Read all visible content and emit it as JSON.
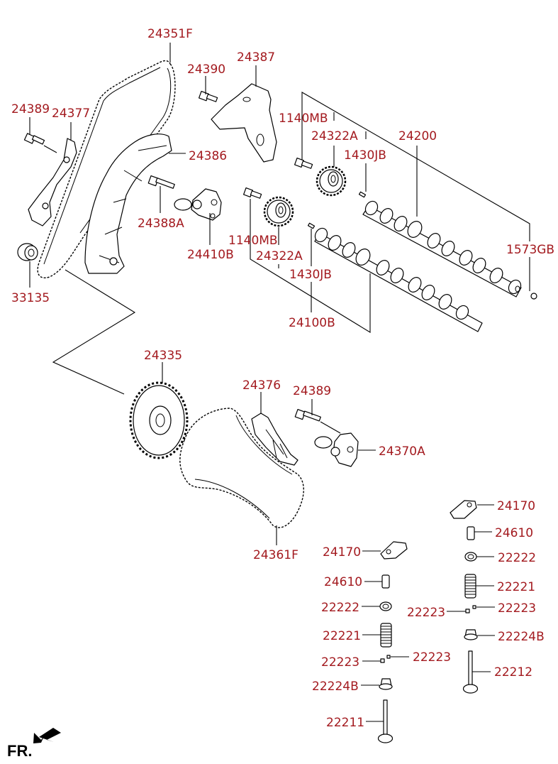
{
  "title": "Timing chain & valve train exploded parts diagram",
  "label_color": "#a31a1f",
  "labels": [
    {
      "id": "lbl-24351f",
      "text": "24351F"
    },
    {
      "id": "lbl-24387",
      "text": "24387"
    },
    {
      "id": "lbl-24390",
      "text": "24390"
    },
    {
      "id": "lbl-24389-top",
      "text": "24389"
    },
    {
      "id": "lbl-24377",
      "text": "24377"
    },
    {
      "id": "lbl-1140mb-top",
      "text": "1140MB"
    },
    {
      "id": "lbl-24322a-top",
      "text": "24322A"
    },
    {
      "id": "lbl-24200",
      "text": "24200"
    },
    {
      "id": "lbl-1430jb-top",
      "text": "1430JB"
    },
    {
      "id": "lbl-24386",
      "text": "24386"
    },
    {
      "id": "lbl-24388a",
      "text": "24388A"
    },
    {
      "id": "lbl-24410b",
      "text": "24410B"
    },
    {
      "id": "lbl-1140mb-mid",
      "text": "1140MB"
    },
    {
      "id": "lbl-24322a-mid",
      "text": "24322A"
    },
    {
      "id": "lbl-1573gb",
      "text": "1573GB"
    },
    {
      "id": "lbl-33135",
      "text": "33135"
    },
    {
      "id": "lbl-1430jb-mid",
      "text": "1430JB"
    },
    {
      "id": "lbl-24100b",
      "text": "24100B"
    },
    {
      "id": "lbl-24335",
      "text": "24335"
    },
    {
      "id": "lbl-24376",
      "text": "24376"
    },
    {
      "id": "lbl-24389-mid",
      "text": "24389"
    },
    {
      "id": "lbl-24370a",
      "text": "24370A"
    },
    {
      "id": "lbl-24170-right",
      "text": "24170"
    },
    {
      "id": "lbl-24610-right",
      "text": "24610"
    },
    {
      "id": "lbl-22222-right",
      "text": "22222"
    },
    {
      "id": "lbl-24361f",
      "text": "24361F"
    },
    {
      "id": "lbl-24170-left",
      "text": "24170"
    },
    {
      "id": "lbl-22221-right",
      "text": "22221"
    },
    {
      "id": "lbl-24610-left",
      "text": "24610"
    },
    {
      "id": "lbl-22223-right-a",
      "text": "22223"
    },
    {
      "id": "lbl-22222-left",
      "text": "22222"
    },
    {
      "id": "lbl-22223-right-b",
      "text": "22223"
    },
    {
      "id": "lbl-22224b-right",
      "text": "22224B"
    },
    {
      "id": "lbl-22221-left",
      "text": "22221"
    },
    {
      "id": "lbl-22223-left-b",
      "text": "22223"
    },
    {
      "id": "lbl-22223-left-a",
      "text": "22223"
    },
    {
      "id": "lbl-22212",
      "text": "22212"
    },
    {
      "id": "lbl-22224b-left",
      "text": "22224B"
    },
    {
      "id": "lbl-22211",
      "text": "22211"
    }
  ],
  "orientation": {
    "text": "FR.",
    "icon": "front-direction-arrow-icon"
  }
}
